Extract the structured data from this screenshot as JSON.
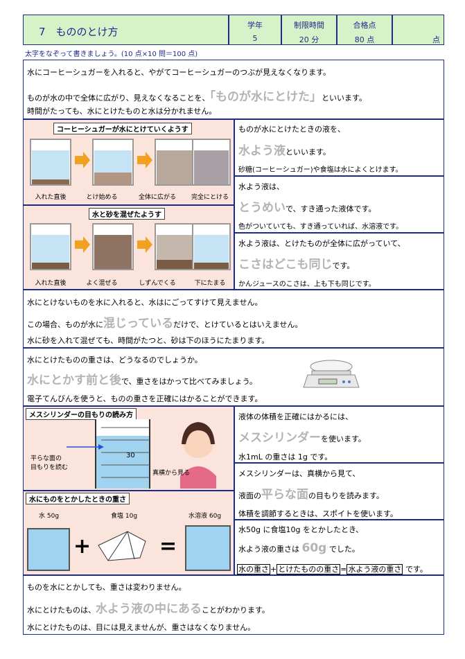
{
  "header": {
    "lesson_title": "7　もののとけ方",
    "grade_label": "学年",
    "grade_value": "5",
    "time_label": "制限時間",
    "time_value": "20 分",
    "pass_label": "合格点",
    "pass_value": "80 点",
    "score_unit": "点"
  },
  "instruction": "太字をなぞって書きましょう。(10 点×10 問＝100 点)",
  "section1": {
    "line1": "水にコーヒーシュガーを入れると、やがてコーヒーシュガーのつぶが見えなくなります。",
    "line2_pre": "ものが水の中で全体に広がり、見えなくなることを、",
    "line2_trace": "「ものが水にとけた」",
    "line2_post": "といいます。",
    "line3": "時間がたっても、水にとけたものと水は分かれません。"
  },
  "dissolve_panel": {
    "title": "コーヒーシュガーが水にとけていくようす",
    "captions": [
      "入れた直後",
      "とけ始める",
      "全体に広がる",
      "完全にとける"
    ]
  },
  "sand_panel": {
    "title": "水と砂を混ぜたようす",
    "captions": [
      "入れた直後",
      "よく混ぜる",
      "しずんでくる",
      "下にたまる"
    ]
  },
  "right1": {
    "a1": "ものが水にとけたときの液を、",
    "a_trace": "水よう液",
    "a2": "といいます。",
    "a3": "砂糖(コーヒーシュガー)や食塩は水によくとけます。",
    "b1": "水よう液は、",
    "b_trace": "とうめい",
    "b2": "で、すき通った液体です。",
    "b3": "色がついていても、すき通っていれば、水溶液です。",
    "c1": "水よう液は、とけたものが全体に広がっていて、",
    "c_trace": "こさはどこも同じ",
    "c2": "です。",
    "c3": "かんジュースのこさは、上も下も同じです。"
  },
  "section2": {
    "line1": "水にとけないものを水に入れると、水はにごってすけて見えません。",
    "line2_pre": "この場合、ものが水に",
    "line2_trace": "混じっている",
    "line2_post": "だけで、とけているとはいえません。",
    "line3": "水に砂を入れて混ぜても、時間がたつと、砂は下のほうにたまります。"
  },
  "section3": {
    "line1": "水にとけたものの重さは、どうなるのでしょうか。",
    "line2_trace": "水にとかす前と後",
    "line2_post": "で、重さをはかって比べてみましょう。",
    "line3": "電子てんびんを使うと、ものの重さを正確にはかることができます。"
  },
  "cylinder_panel": {
    "title": "メスシリンダーの目もりの読み方",
    "scale_value": "30",
    "note1": "平らな面の",
    "note2": "目もりを読む",
    "side_note": "真横から見る"
  },
  "weight_panel": {
    "title": "水にものをとかしたときの重さ",
    "water_label": "水 50g",
    "salt_label": "食塩 10g",
    "solution_label": "水溶液 60g",
    "plus": "+",
    "equals": "="
  },
  "right2": {
    "d1": "液体の体積を正確にはかるには、",
    "d_trace": "メスシリンダー",
    "d2": "を使います。",
    "d3": "水1mL の重さは 1g です。",
    "e1": "メスシリンダーは、真横から見て、",
    "e2_pre": "液面の",
    "e_trace": "平らな面",
    "e2_post": "の目もりを読みます。",
    "e3": "体積を調節するときは、スポイトを使います。",
    "f1": "水50g に食塩10g をとかしたとき、",
    "f2_pre": "水よう液の重さは",
    "f_trace": "60g",
    "f2_post": "でした。",
    "f3_a": "水の重さ",
    "f3_plus": "+",
    "f3_b": "とけたものの重さ",
    "f3_eq": "=",
    "f3_c": "水よう液の重さ",
    "f3_post": "です。"
  },
  "section4": {
    "line1": "ものを水にとかしても、重さは変わりません。",
    "line2_pre": "水にとけたものは、",
    "line2_trace": "水よう液の中にある",
    "line2_post": "ことがわかります。",
    "line3": "水にとけたものは、目には見えませんが、重さはなくなりません。"
  },
  "colors": {
    "frame_blue": "#1a2b8c",
    "header_green": "#d6f2c9",
    "panel_pink": "#fbe4dc",
    "trace_gray": "#b3b3b3",
    "water_blue": "#9fd3ef",
    "arrow_orange": "#f2a020"
  }
}
